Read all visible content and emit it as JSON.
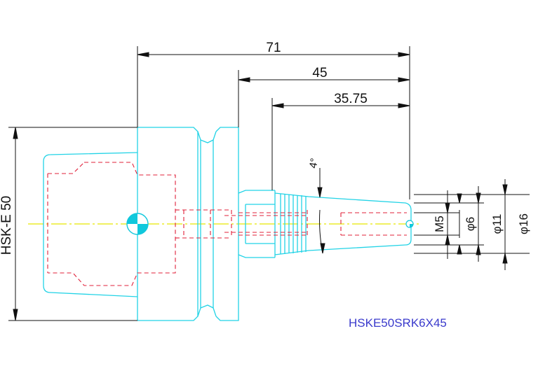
{
  "dimensions": {
    "overall_length": "71",
    "gauge_to_tip": "45",
    "shank_length": "35.75",
    "taper_angle": "4°",
    "thread": "M5",
    "bore_diameter": "φ6",
    "nose_diameter": "φ11",
    "outer_diameter": "φ16",
    "interface": "HSK-E 50"
  },
  "part_number": "HSKE50SRK6X45",
  "colors": {
    "outline": "#22d3e6",
    "hidden_lines": "#e0203a",
    "centerline": "#e8e800",
    "dimension": "#111111",
    "label": "#3a3acc",
    "marker": "#10c8dc"
  }
}
